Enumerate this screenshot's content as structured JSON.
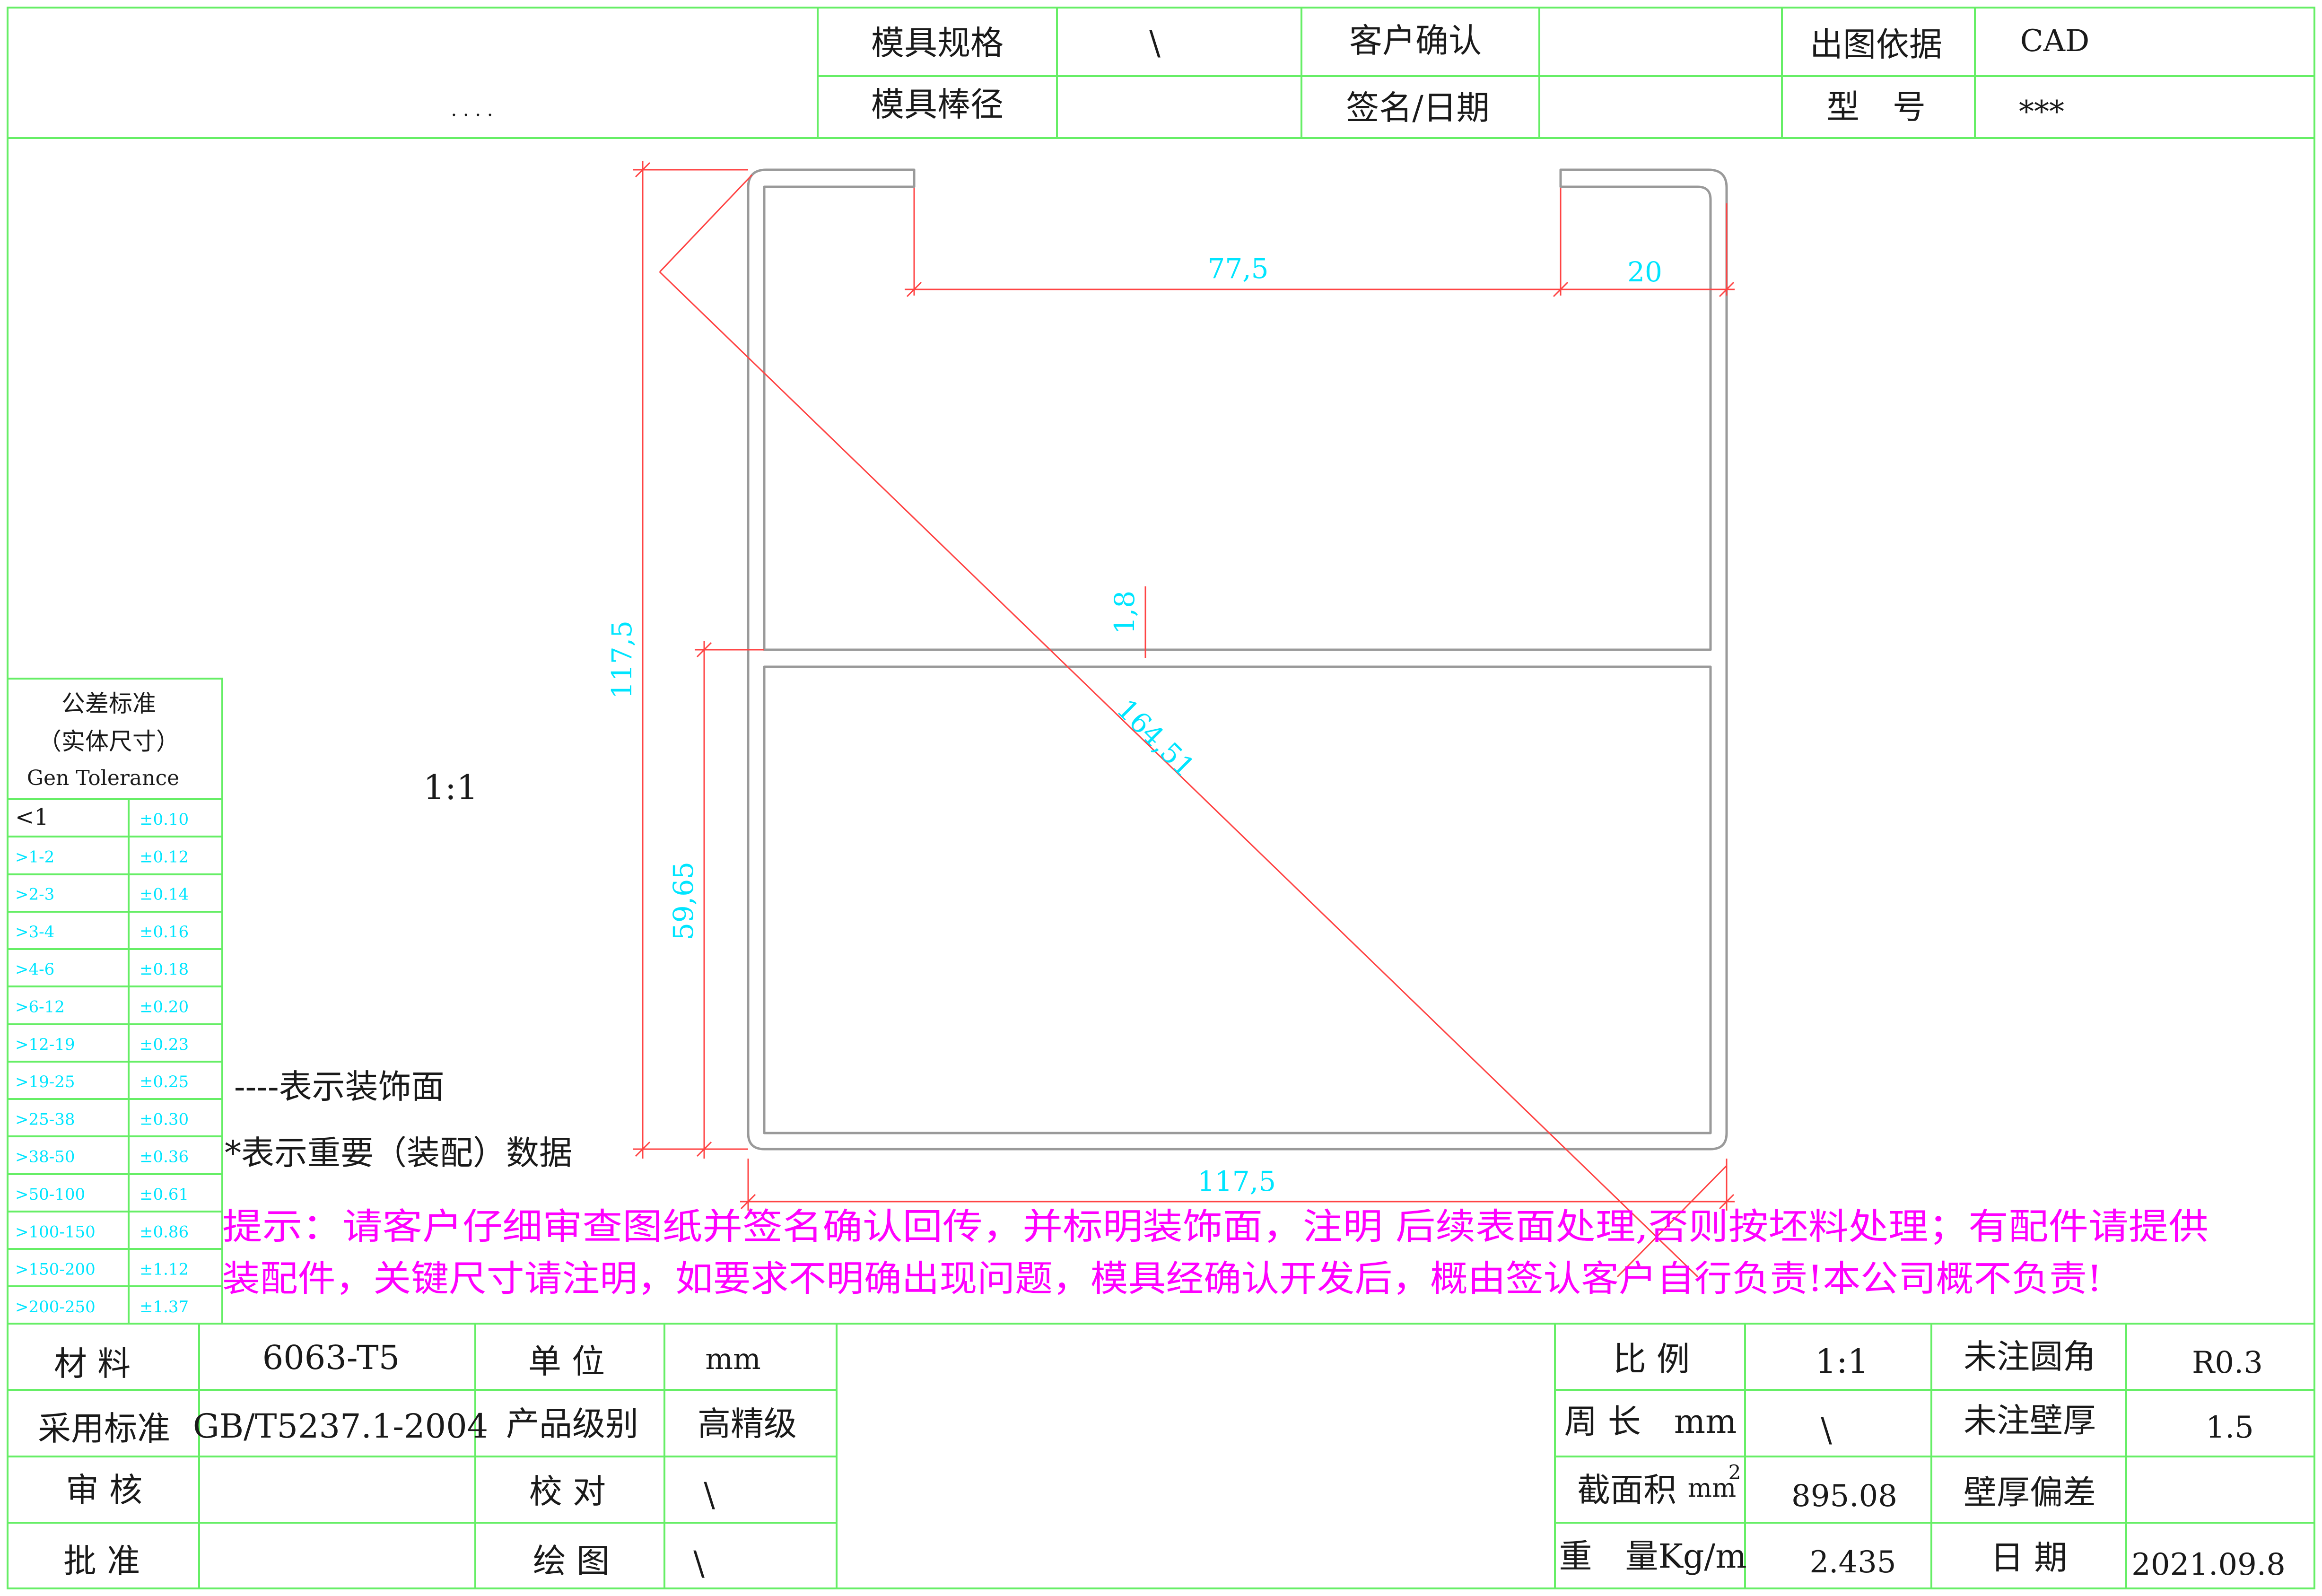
{
  "title_block": {
    "mold_spec_label": "模具规格",
    "mold_spec_value": "\\",
    "customer_confirm_label": "客户确认",
    "drawing_basis_label": "出图依据",
    "drawing_basis_value": "CAD",
    "mold_rod_label": "模具棒径",
    "signature_date_label": "签名/日期",
    "model_label": "型　号",
    "model_value": "***",
    "company_dots": ". .                       . ."
  },
  "tolerance_table": {
    "title_line1": "公差标准",
    "title_line2": "（实体尺寸）",
    "title_line3": "Gen Tolerance",
    "rows": [
      {
        "range": "<1",
        "tol": "±0.10"
      },
      {
        "range": ">1-2",
        "tol": "±0.12"
      },
      {
        "range": ">2-3",
        "tol": "±0.14"
      },
      {
        "range": ">3-4",
        "tol": "±0.16"
      },
      {
        "range": ">4-6",
        "tol": "±0.18"
      },
      {
        "range": ">6-12",
        "tol": "±0.20"
      },
      {
        "range": ">12-19",
        "tol": "±0.23"
      },
      {
        "range": ">19-25",
        "tol": "±0.25"
      },
      {
        "range": ">25-38",
        "tol": "±0.30"
      },
      {
        "range": ">38-50",
        "tol": "±0.36"
      },
      {
        "range": ">50-100",
        "tol": "±0.61"
      },
      {
        "range": ">100-150",
        "tol": "±0.86"
      },
      {
        "range": ">150-200",
        "tol": "±1.12"
      },
      {
        "range": ">200-250",
        "tol": "±1.37"
      }
    ]
  },
  "scale_note": "1:1",
  "legend": {
    "decorative_face": "----表示装饰面",
    "important_data": "*表示重要（装配）数据"
  },
  "notice": {
    "line1": "提示：请客户仔细审查图纸并签名确认回传，并标明装饰面，注明 后续表面处理,否则按坯料处理；有配件请提供",
    "line2": "装配件，关键尺寸请注明，如要求不明确出现问题，模具经确认开发后，概由签认客户自行负责!本公司概不负责!"
  },
  "dimensions": {
    "opening": "77,5",
    "lip": "20",
    "wall": "1,8",
    "total_height": "117,5",
    "lower_height": "59,65",
    "diagonal": "164,51",
    "width": "117,5"
  },
  "info_block": {
    "material_label": "材 料",
    "material_value": "6063-T5",
    "unit_label": "单 位",
    "unit_value": "mm",
    "standard_label": "采用标准",
    "standard_value": "GB/T5237.1-2004",
    "grade_label": "产品级别",
    "grade_value": "高精级",
    "review_label": "审 核",
    "check_label": "校 对",
    "check_value": "\\",
    "approve_label": "批 准",
    "draw_label": "绘 图",
    "draw_value": "\\",
    "scale_label": "比 例",
    "scale_value": "1:1",
    "corner_label": "未注圆角",
    "corner_value": "R0.3",
    "perimeter_label": "周 长　mm",
    "perimeter_value": "\\",
    "thickness_label": "未注壁厚",
    "thickness_value": "1.5",
    "area_label": "截面积",
    "area_unit": "mm",
    "area_sup": "2",
    "area_value": "895.08",
    "thickness_dev_label": "壁厚偏差",
    "weight_label": "重　量Kg/m",
    "weight_value": "2.435",
    "date_label": "日 期",
    "date_value": "2021.09.8"
  }
}
